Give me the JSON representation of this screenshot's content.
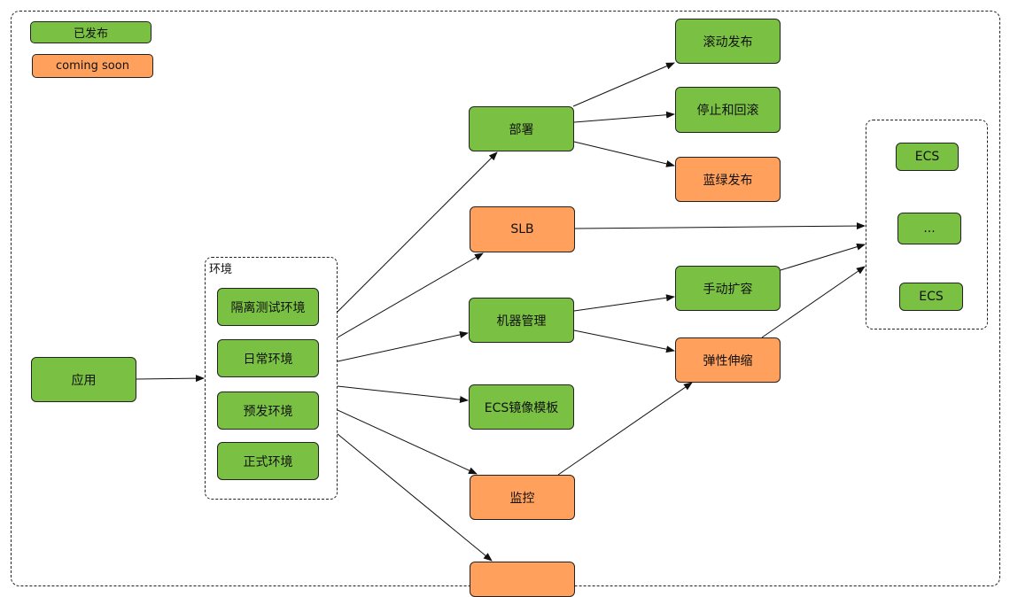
{
  "legend": {
    "released": "已发布",
    "coming_soon": "coming soon"
  },
  "colors": {
    "released": "#7ac143",
    "coming_soon": "#ffa05c"
  },
  "nodes": {
    "app": "应用",
    "env_group": "环境",
    "env_isolation": "隔离测试环境",
    "env_daily": "日常环境",
    "env_staging": "预发环境",
    "env_prod": "正式环境",
    "deploy": "部署",
    "slb": "SLB",
    "machine_mgmt": "机器管理",
    "ecs_template": "ECS镜像模板",
    "monitor": "监控",
    "rolling_release": "滚动发布",
    "stop_rollback": "停止和回滚",
    "blue_green": "蓝绿发布",
    "manual_scale": "手动扩容",
    "auto_scale": "弹性伸缩",
    "ecs_1": "ECS",
    "ecs_more": "...",
    "ecs_2": "ECS"
  }
}
